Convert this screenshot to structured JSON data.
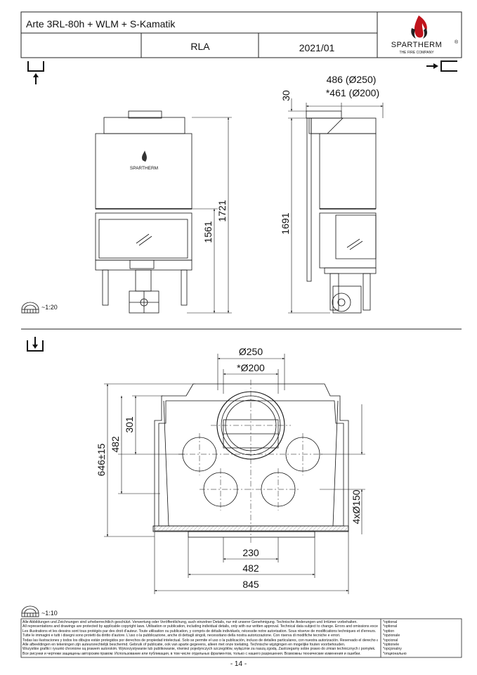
{
  "title_block": {
    "product": "Arte 3RL-80h + WLM + S-Kamatik",
    "variant": "RLA",
    "date": "2021/01",
    "brand": "SPARTHERM",
    "brand_mark": "®",
    "tagline": "THE FIRE COMPANY"
  },
  "front_view": {
    "logo_text": "SPARTHERM",
    "dims": {
      "h_1561": "1561",
      "h_1721": "1721"
    }
  },
  "side_view": {
    "dims": {
      "top_30": "30",
      "h_1691": "1691",
      "flue_a": "486 (Ø250)",
      "flue_b": "*461 (Ø200)"
    }
  },
  "scale_top": "~1:20",
  "plan_view": {
    "dims": {
      "d250": "Ø250",
      "d200": "*Ø200",
      "d301": "301",
      "d482v": "482",
      "d646": "646±15",
      "d4x150": "4xØ150",
      "d230": "230",
      "d482": "482",
      "d845": "845"
    }
  },
  "scale_bottom": "~1:10",
  "footer": {
    "legal": [
      "Alle Abbildungen und Zeichnungen sind urheberrechtlich geschützt. Verwertung oder Veröffentlichung, auch einzelner Details, nur mit unserer Genehmigung. Technische Änderungen und Irrtümer vorbehalten.",
      "All representations and drawings are protected by applicable copyright laws. Utilisation or publication, including individual details, only with our written approval. Technical data subject to change. Errors and omissions excepted.",
      "Les illustrations et les dessins sont tous protégés par des droit d'auteur. Toute utilisation ou publication, y compris de détails individuels, nécessite notre autorisation. Sous réserve de modifications techniques et d'erreurs.",
      "Tutte le immagini e tutti i disegni sono protetti da diritto d'autore. L'uso o la pubblicazione, anche di dettagli singoli, necessitano della nostra autorizzazione. Con riserva di modifiche tecniche e errori.",
      "Todas las ilustraciones y todos los dibujos están protegidos por derechos de propiedad intelectual. Solo se permite el uso o la publicación, incluso de detalles particulares, con nuestra autorización. Reservado el derecho a realizar modificaciones técnicas y correcciones de errores.",
      "Alle afbeeldingen en tekeningen zijn auteursrechtelijk beschermd. Gebruik of publicatie, ook van aparte gegevens, alleen met onze toelating. Technische wijzigingen en mogelijke fouten voorbehouden.",
      "Wszystkie grafiki i rysunki chronione są prawem autorskim. Wykorzystywanie lub publikowanie, również pojedynczych szczegółów, wyłącznie za naszą zgodą. Zastrzegamy sobie prawo do zmian technicznych i pomyłek.",
      "Все рисунки и чертежи защищены авторским правом.  Использование или публикация, в том числе отдельных фрагментов, только с нашего разрешения. Возможны технические изменения и ошибки."
    ],
    "optional": [
      "*optional",
      "*optional",
      "*option",
      "*opzionale",
      "*opcional",
      "*optionele",
      "*opcjonalny",
      "*опционально"
    ]
  },
  "page_number": "- 14 -"
}
